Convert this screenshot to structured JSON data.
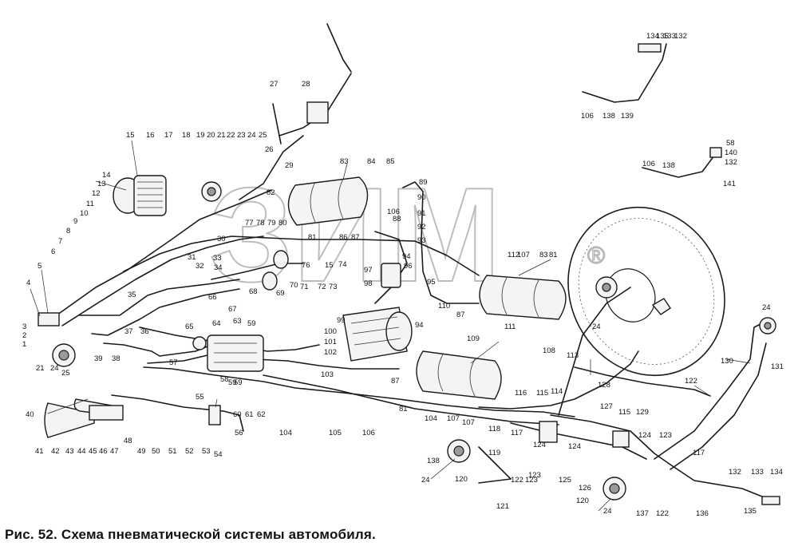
{
  "caption": "Рис. 52. Схема пневматической системы автомобиля.",
  "watermark": "ЗИМ",
  "watermark_mark": "®",
  "callouts": [
    "1",
    "2",
    "3",
    "4",
    "5",
    "6",
    "7",
    "8",
    "9",
    "10",
    "11",
    "12",
    "13",
    "14",
    "15",
    "16",
    "17",
    "18",
    "19",
    "20",
    "21",
    "22",
    "23",
    "24",
    "25",
    "26",
    "27",
    "28",
    "29",
    "30",
    "31",
    "32",
    "33",
    "34",
    "35",
    "36",
    "37",
    "38",
    "39",
    "40",
    "41",
    "42",
    "43",
    "44",
    "45",
    "46",
    "47",
    "48",
    "49",
    "50",
    "51",
    "52",
    "53",
    "54",
    "55",
    "56",
    "57",
    "58",
    "59",
    "60",
    "61",
    "62",
    "63",
    "64",
    "65",
    "66",
    "67",
    "68",
    "69",
    "70",
    "71",
    "72",
    "73",
    "74",
    "76",
    "77",
    "78",
    "79",
    "80",
    "81",
    "82",
    "83",
    "84",
    "85",
    "86",
    "87",
    "88",
    "89",
    "90",
    "91",
    "92",
    "93",
    "94",
    "95",
    "96",
    "97",
    "98",
    "99",
    "100",
    "101",
    "102",
    "103",
    "104",
    "105",
    "106",
    "107",
    "108",
    "109",
    "110",
    "111",
    "112",
    "113",
    "114",
    "115",
    "116",
    "117",
    "118",
    "119",
    "120",
    "121",
    "122",
    "123",
    "124",
    "125",
    "126",
    "127",
    "128",
    "129",
    "130",
    "131",
    "132",
    "133",
    "134",
    "135",
    "136",
    "137",
    "138",
    "139",
    "140",
    "141"
  ]
}
